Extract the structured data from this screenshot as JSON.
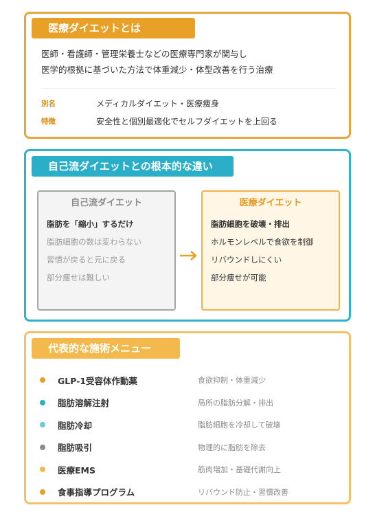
{
  "section1": {
    "title": "医療ダイエットとは",
    "lines": [
      "医師・看護師・管理栄養士などの医療専門家が関与し",
      "医学的根拠に基づいた方法で体重減少・体型改善を行う治療"
    ],
    "attributes": [
      {
        "key": "別名",
        "value": "メディカルダイエット・医療痩身"
      },
      {
        "key": "特徴",
        "value": "安全性と個別最適化でセルフダイエットを上回る"
      }
    ]
  },
  "section2": {
    "title": "自己流ダイエットとの根本的な違い",
    "left": {
      "title": "自己流ダイエット",
      "items": [
        "脂肪を「縮小」するだけ",
        "脂肪細胞の数は変わらない",
        "習慣が戻ると元に戻る",
        "部分痩せは難しい"
      ]
    },
    "right": {
      "title": "医療ダイエット",
      "items": [
        "脂肪細胞を破壊・排出",
        "ホルモンレベルで食欲を制御",
        "リバウンドしにくい",
        "部分痩せが可能"
      ]
    }
  },
  "section3": {
    "title": "代表的な施術メニュー",
    "items": [
      {
        "name": "GLP-1受容体作動薬",
        "desc": "食欲抑制・体重減少",
        "color": "#e8a027"
      },
      {
        "name": "脂肪溶解注射",
        "desc": "局所の脂肪分解・排出",
        "color": "#2bafc9"
      },
      {
        "name": "脂肪冷却",
        "desc": "脂肪細胞を冷却して破壊",
        "color": "#6cc6dc"
      },
      {
        "name": "脂肪吸引",
        "desc": "物理的に脂肪を除去",
        "color": "#8c8c8c"
      },
      {
        "name": "医療EMS",
        "desc": "筋肉増加・基礎代謝向上",
        "color": "#f4b94c"
      },
      {
        "name": "食事指導プログラム",
        "desc": "リバウンド防止・習慣改善",
        "color": "#e8a027"
      }
    ]
  },
  "colors": {
    "orange": "#e8a027",
    "cyan": "#2bafc9",
    "light_orange": "#f4b94c"
  }
}
